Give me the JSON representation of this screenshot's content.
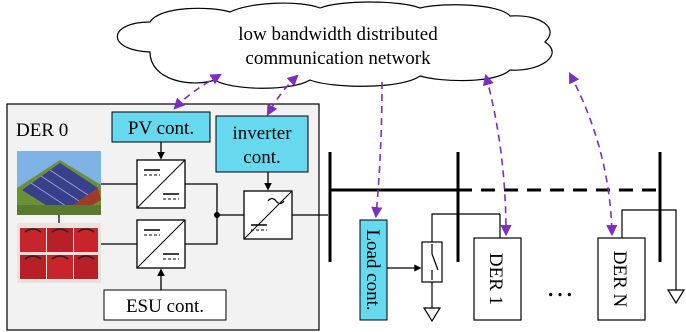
{
  "network": {
    "line1": "low bandwidth distributed",
    "line2": "communication network"
  },
  "der0": {
    "title": "DER 0",
    "pv_controller": "PV cont.",
    "inverter_controller_line1": "inverter",
    "inverter_controller_line2": "cont.",
    "esu_controller": "ESU cont."
  },
  "load_controller": "Load cont.",
  "der1": "DER 1",
  "ellipsis": "…",
  "derN": "DER N",
  "colors": {
    "controller_fill": "#66d9ef",
    "comm_link": "#7b2fbe",
    "lines": "#000000"
  },
  "icons": {
    "solar_panel": "solar-panel-house-photo",
    "battery": "battery-bank-photo",
    "dc_dc_converter": "dc-dc-converter-icon",
    "inverter": "dc-ac-inverter-icon",
    "switch": "switch-icon",
    "ground": "ground-icon",
    "cloud": "cloud-icon"
  }
}
